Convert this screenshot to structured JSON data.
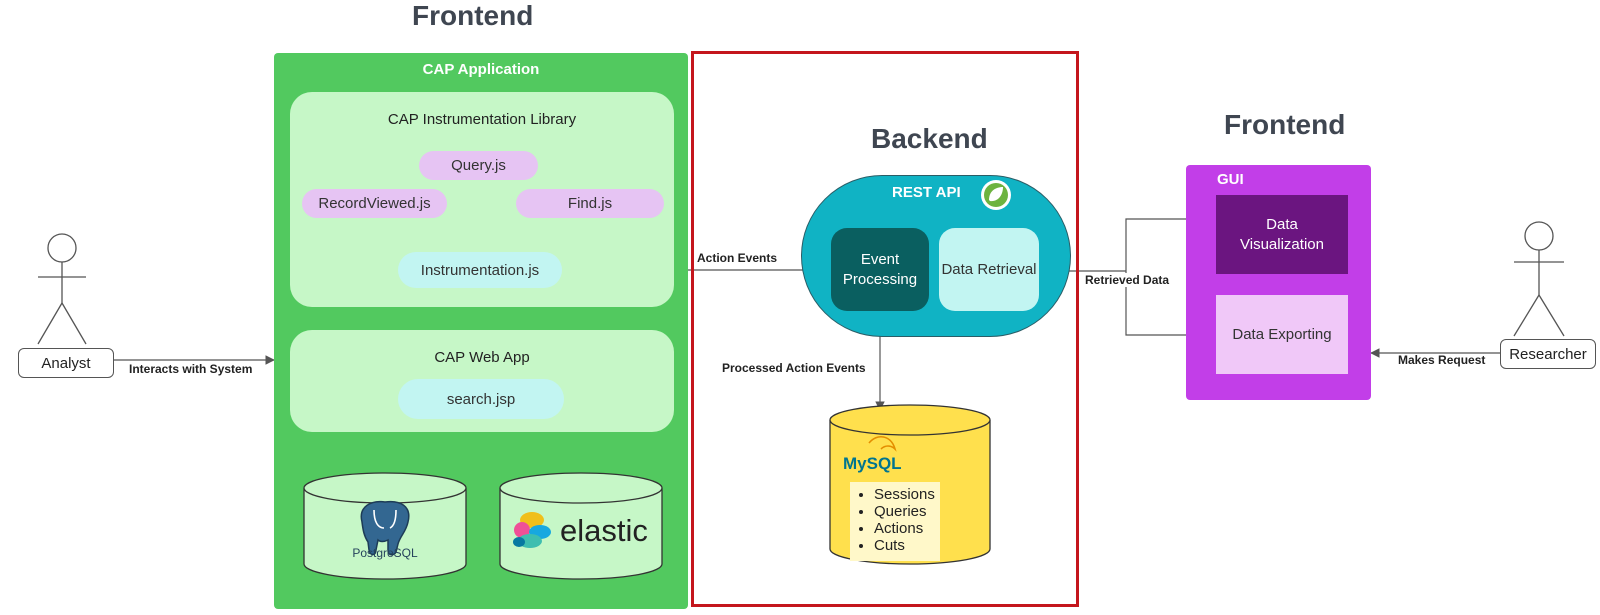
{
  "frontend_left": {
    "title": "Frontend",
    "app_title": "CAP Application",
    "library": {
      "title": "CAP Instrumentation Library",
      "files": {
        "query": "Query.js",
        "record_viewed": "RecordViewed.js",
        "find": "Find.js",
        "instrumentation": "Instrumentation.js"
      }
    },
    "web_app": {
      "title": "CAP Web App",
      "file": "search.jsp"
    },
    "databases": {
      "postgres": "PostgreSQL",
      "elastic": "elastic"
    }
  },
  "backend": {
    "title": "Backend",
    "api_title": "REST API",
    "event_processing": "Event Processing",
    "data_retrieval": "Data Retrieval",
    "mysql": {
      "logo": "MySQL",
      "items": [
        "Sessions",
        "Queries",
        "Actions",
        "Cuts"
      ]
    }
  },
  "frontend_right": {
    "title": "Frontend",
    "gui_title": "GUI",
    "data_visualization": "Data Visualization",
    "data_exporting": "Data Exporting"
  },
  "actors": {
    "analyst": "Analyst",
    "researcher": "Researcher"
  },
  "edges": {
    "interacts": "Interacts with System",
    "action_events": "Action Events",
    "processed_action_events": "Processed Action Events",
    "retrieved_data": "Retrieved Data",
    "makes_request": "Makes Request"
  },
  "colors": {
    "app_green": "#52c95f",
    "inner_green": "#c6f7c7",
    "pill_purple": "#e6c4f3",
    "pill_cyan": "#c2f5f2",
    "backend_border": "#c4161c",
    "api_teal": "#10b3c4",
    "event_dark": "#0a5f60",
    "mysql_yellow": "#ffe04d",
    "gui_purple": "#c23ee8",
    "viz_purple": "#6b1580"
  }
}
